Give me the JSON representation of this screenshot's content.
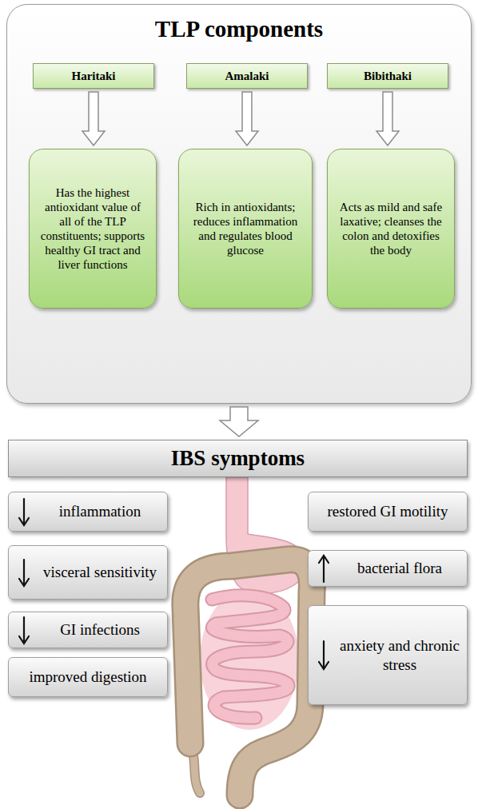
{
  "diagram": {
    "nodes": [
      {
        "text": [
          "TLP components"
        ]
      },
      {
        "text": [
          "Haritaki"
        ],
        "in": 0
      },
      {
        "text": [
          "Amalaki"
        ],
        "in": 0
      },
      {
        "text": [
          "Bibithaki"
        ],
        "in": 0
      },
      {
        "text": [
          "Has the highest antioxidant value of all of the TLP constituents; supports healthy GI tract and liver functions"
        ],
        "in": 0
      },
      {
        "text": [
          "Rich in antioxidants; reduces inflammation and regulates blood glucose"
        ],
        "in": 0
      },
      {
        "text": [
          "Acts as mild and safe laxative; cleanses the colon and detoxifies the body"
        ],
        "in": 0
      },
      {
        "text": [
          "IBS symptoms"
        ]
      },
      {
        "text": [
          "inflammation"
        ]
      },
      {
        "text": [
          "restored GI motility"
        ]
      },
      {
        "text": [
          "visceral sensitivity"
        ]
      },
      {
        "text": [
          "bacterial flora"
        ]
      },
      {
        "text": [
          "GI infections"
        ]
      },
      {
        "text": [
          "anxiety and chronic stress"
        ]
      },
      {
        "text": [
          "improved digestion"
        ]
      }
    ],
    "edges": [
      {
        "from": 1,
        "to": 4,
        "arrow": "to"
      },
      {
        "from": 2,
        "to": 5,
        "arrow": "to"
      },
      {
        "from": 3,
        "to": 6,
        "arrow": "to"
      },
      {
        "from": 0,
        "to": 7,
        "arrow": "to"
      }
    ]
  }
}
